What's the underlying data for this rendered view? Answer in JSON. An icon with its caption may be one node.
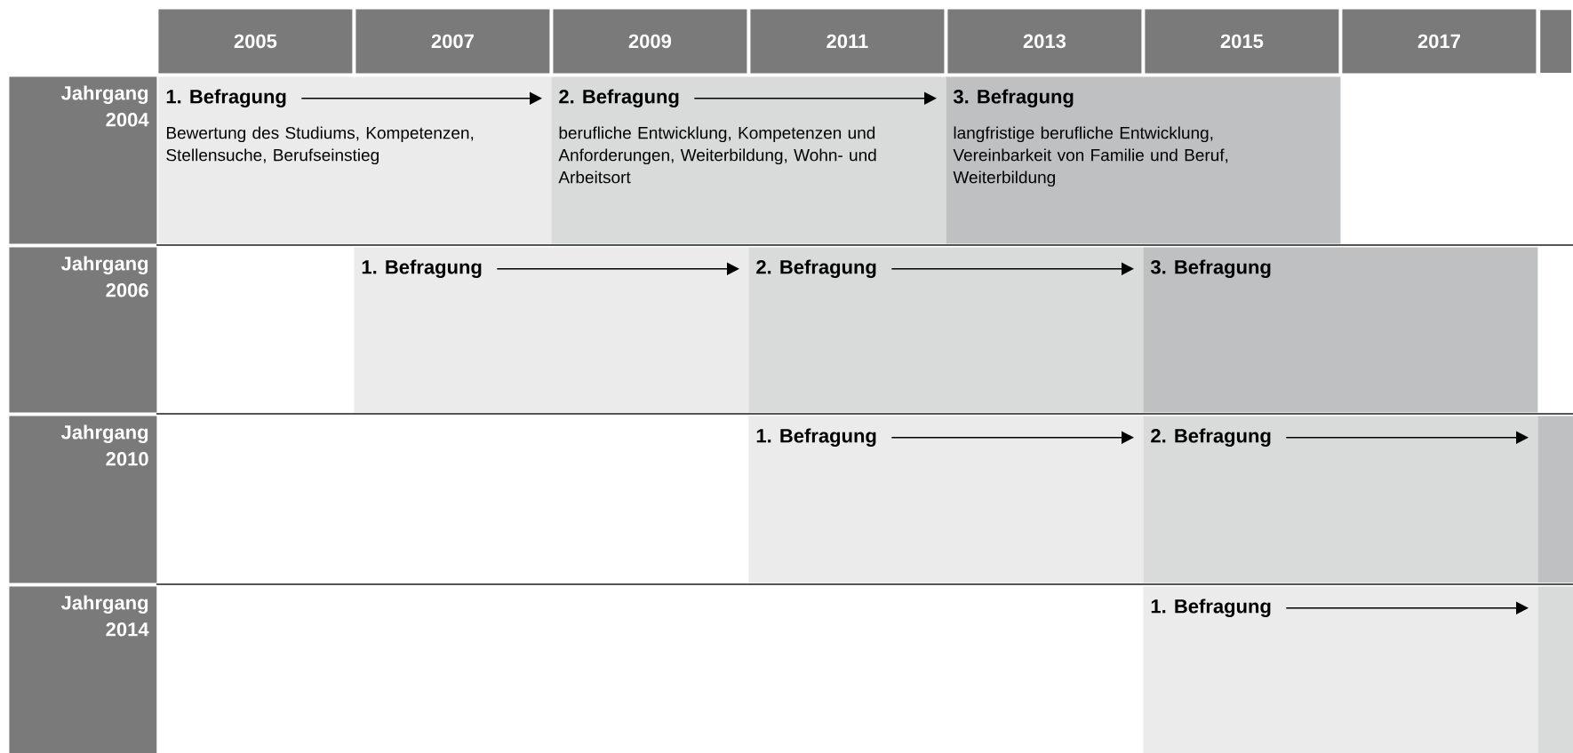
{
  "diagram": {
    "nodes": [
      {
        "text": [
          "2005"
        ]
      },
      {
        "text": [
          "2007"
        ]
      },
      {
        "text": [
          "2009"
        ]
      },
      {
        "text": [
          "2011"
        ]
      },
      {
        "text": [
          "2013"
        ]
      },
      {
        "text": [
          "2015"
        ]
      },
      {
        "text": [
          "2017"
        ]
      },
      {
        "text": [],
        "shape": "box"
      },
      {
        "text": [
          "Jahrgang 2004"
        ]
      },
      {
        "text": [
          "1. Befragung",
          "Bewertung des Studiums, Kompetenzen, Stellensuche, Berufseinstieg"
        ]
      },
      {
        "text": [
          "2. Befragung",
          "berufliche Entwicklung, Kompetenzen und Anforderungen, Weiterbildung, Wohn- und Arbeitsort"
        ]
      },
      {
        "text": [
          "3. Befragung",
          "langfristige berufliche Entwicklung, Vereinbarkeit von Familie und Beruf, Weiterbildung"
        ]
      },
      {
        "text": [
          "Jahrgang 2006"
        ]
      },
      {
        "text": [
          "1. Befragung"
        ]
      },
      {
        "text": [
          "2. Befragung"
        ]
      },
      {
        "text": [
          "3. Befragung"
        ]
      },
      {
        "text": [
          "Jahrgang 2010"
        ]
      },
      {
        "text": [
          "1. Befragung"
        ]
      },
      {
        "text": [
          "2. Befragung"
        ]
      },
      {
        "text": [],
        "shape": "bar"
      },
      {
        "text": [
          "Jahrgang 2014"
        ]
      },
      {
        "text": [
          "1. Befragung"
        ]
      },
      {
        "text": [],
        "shape": "bar"
      }
    ],
    "edges": [
      {
        "from": 9,
        "to": 10,
        "arrow": "to"
      },
      {
        "from": 10,
        "to": 11,
        "arrow": "to"
      },
      {
        "from": 13,
        "to": 14,
        "arrow": "to"
      },
      {
        "from": 14,
        "to": 15,
        "arrow": "to"
      },
      {
        "from": 17,
        "to": 18,
        "arrow": "to"
      },
      {
        "from": 18,
        "to": 19,
        "arrow": "to"
      },
      {
        "from": 21,
        "to": 22,
        "arrow": "to"
      }
    ]
  }
}
